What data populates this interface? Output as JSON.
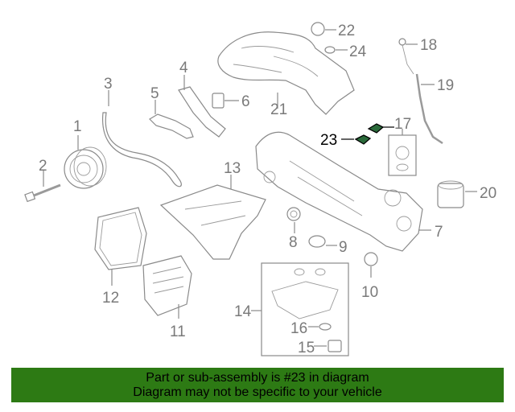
{
  "callouts": {
    "c1": "1",
    "c2": "2",
    "c3": "3",
    "c4": "4",
    "c5": "5",
    "c6": "6",
    "c7": "7",
    "c8": "8",
    "c9": "9",
    "c10": "10",
    "c11": "11",
    "c12": "12",
    "c13": "13",
    "c14": "14",
    "c15": "15",
    "c16": "16",
    "c17": "17",
    "c18": "18",
    "c19": "19",
    "c20": "20",
    "c21": "21",
    "c22": "22",
    "c23": "23",
    "c24": "24"
  },
  "highlighted_part": "23",
  "colors": {
    "banner": "#2d7a14",
    "highlight": "#000000",
    "line": "#8a8a8a"
  },
  "banner": {
    "line1": "Part or sub-assembly is #23 in diagram",
    "line2": "Diagram may not be specific to your vehicle"
  }
}
